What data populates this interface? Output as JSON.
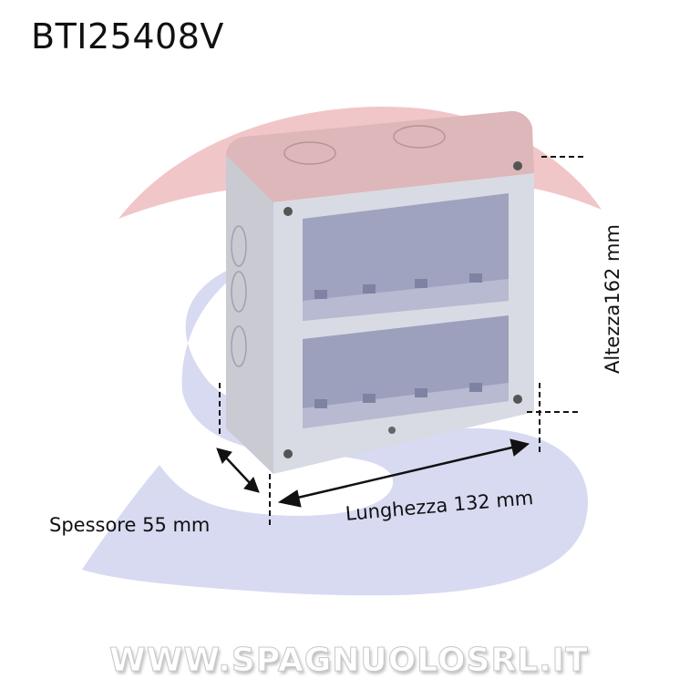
{
  "header": {
    "product_code": "BTI25408V"
  },
  "dimensions": {
    "height_label": "Altezza162 mm",
    "width_label": "Lunghezza 132 mm",
    "depth_label": "Spessore 55 mm"
  },
  "watermark": {
    "text": "WWW.SPAGNUOLOSRL.IT"
  },
  "colors": {
    "logo_red": "#e8a9ad",
    "logo_blue": "#c9cdea",
    "box_grey": "#d7d9dc",
    "text": "#111111"
  },
  "product": {
    "type": "wall-mount enclosure",
    "rows": 2,
    "modules_per_row": 4
  }
}
